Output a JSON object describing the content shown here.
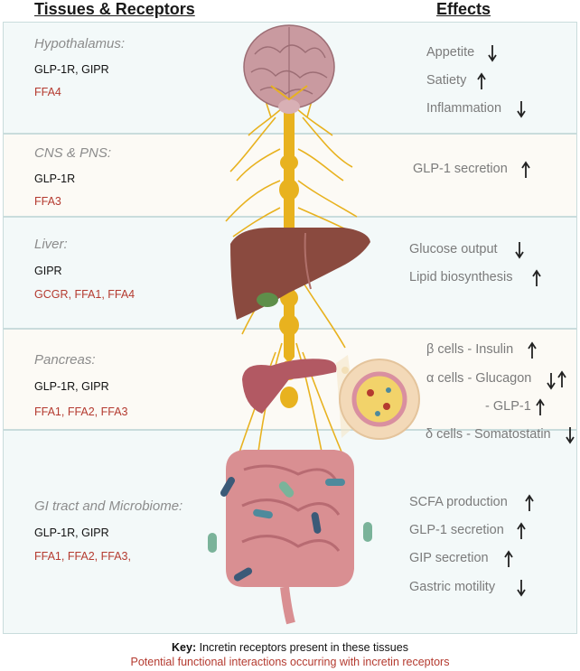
{
  "headers": {
    "left": "Tissues & Receptors",
    "right": "Effects"
  },
  "sections": [
    {
      "tissue": "Hypothalamus:",
      "receptors": "GLP-1R, GIPR",
      "potential": "FFA4",
      "effects": [
        {
          "label": "Appetite",
          "arrows": [
            "down"
          ]
        },
        {
          "label": "Satiety",
          "arrows": [
            "up"
          ]
        },
        {
          "label": "Inflammation",
          "arrows": [
            "down"
          ]
        }
      ]
    },
    {
      "tissue": "CNS & PNS:",
      "receptors": "GLP-1R",
      "potential": "FFA3",
      "effects": [
        {
          "label": "GLP-1 secretion",
          "arrows": [
            "up"
          ]
        }
      ]
    },
    {
      "tissue": "Liver:",
      "receptors": "GIPR",
      "potential": "GCGR, FFA1, FFA4",
      "effects": [
        {
          "label": "Glucose output",
          "arrows": [
            "down"
          ]
        },
        {
          "label": "Lipid biosynthesis",
          "arrows": [
            "up"
          ]
        }
      ]
    },
    {
      "tissue": "Pancreas:",
      "receptors": "GLP-1R, GIPR",
      "potential": "FFA1, FFA2, FFA3",
      "effects": [
        {
          "label": "β cells - Insulin",
          "arrows": [
            "up"
          ]
        },
        {
          "label": "α cells - Glucagon",
          "arrows": [
            "down",
            "up"
          ]
        },
        {
          "label": "- GLP-1",
          "arrows": [
            "up"
          ]
        },
        {
          "label": "δ cells - Somatostatin",
          "arrows": [
            "down"
          ]
        }
      ]
    },
    {
      "tissue": "GI tract and Microbiome:",
      "receptors": "GLP-1R, GIPR",
      "potential": "FFA1, FFA2, FFA3,",
      "effects": [
        {
          "label": "SCFA production",
          "arrows": [
            "up"
          ]
        },
        {
          "label": "GLP-1 secretion",
          "arrows": [
            "up"
          ]
        },
        {
          "label": "GIP secretion",
          "arrows": [
            "up"
          ]
        },
        {
          "label": "Gastric motility",
          "arrows": [
            "down"
          ]
        }
      ]
    }
  ],
  "key": {
    "label": "Key:",
    "text": "Incretin receptors present in these tissues",
    "potential": "Potential functional interactions occurring with incretin receptors"
  },
  "colors": {
    "receptor": "#111111",
    "potential": "#b43a2f",
    "effect": "#7b7b7b",
    "nerve": "#e8b21f",
    "liver": "#8a4a3f",
    "brain": "#c99aa0",
    "intestine": "#d98f92"
  }
}
